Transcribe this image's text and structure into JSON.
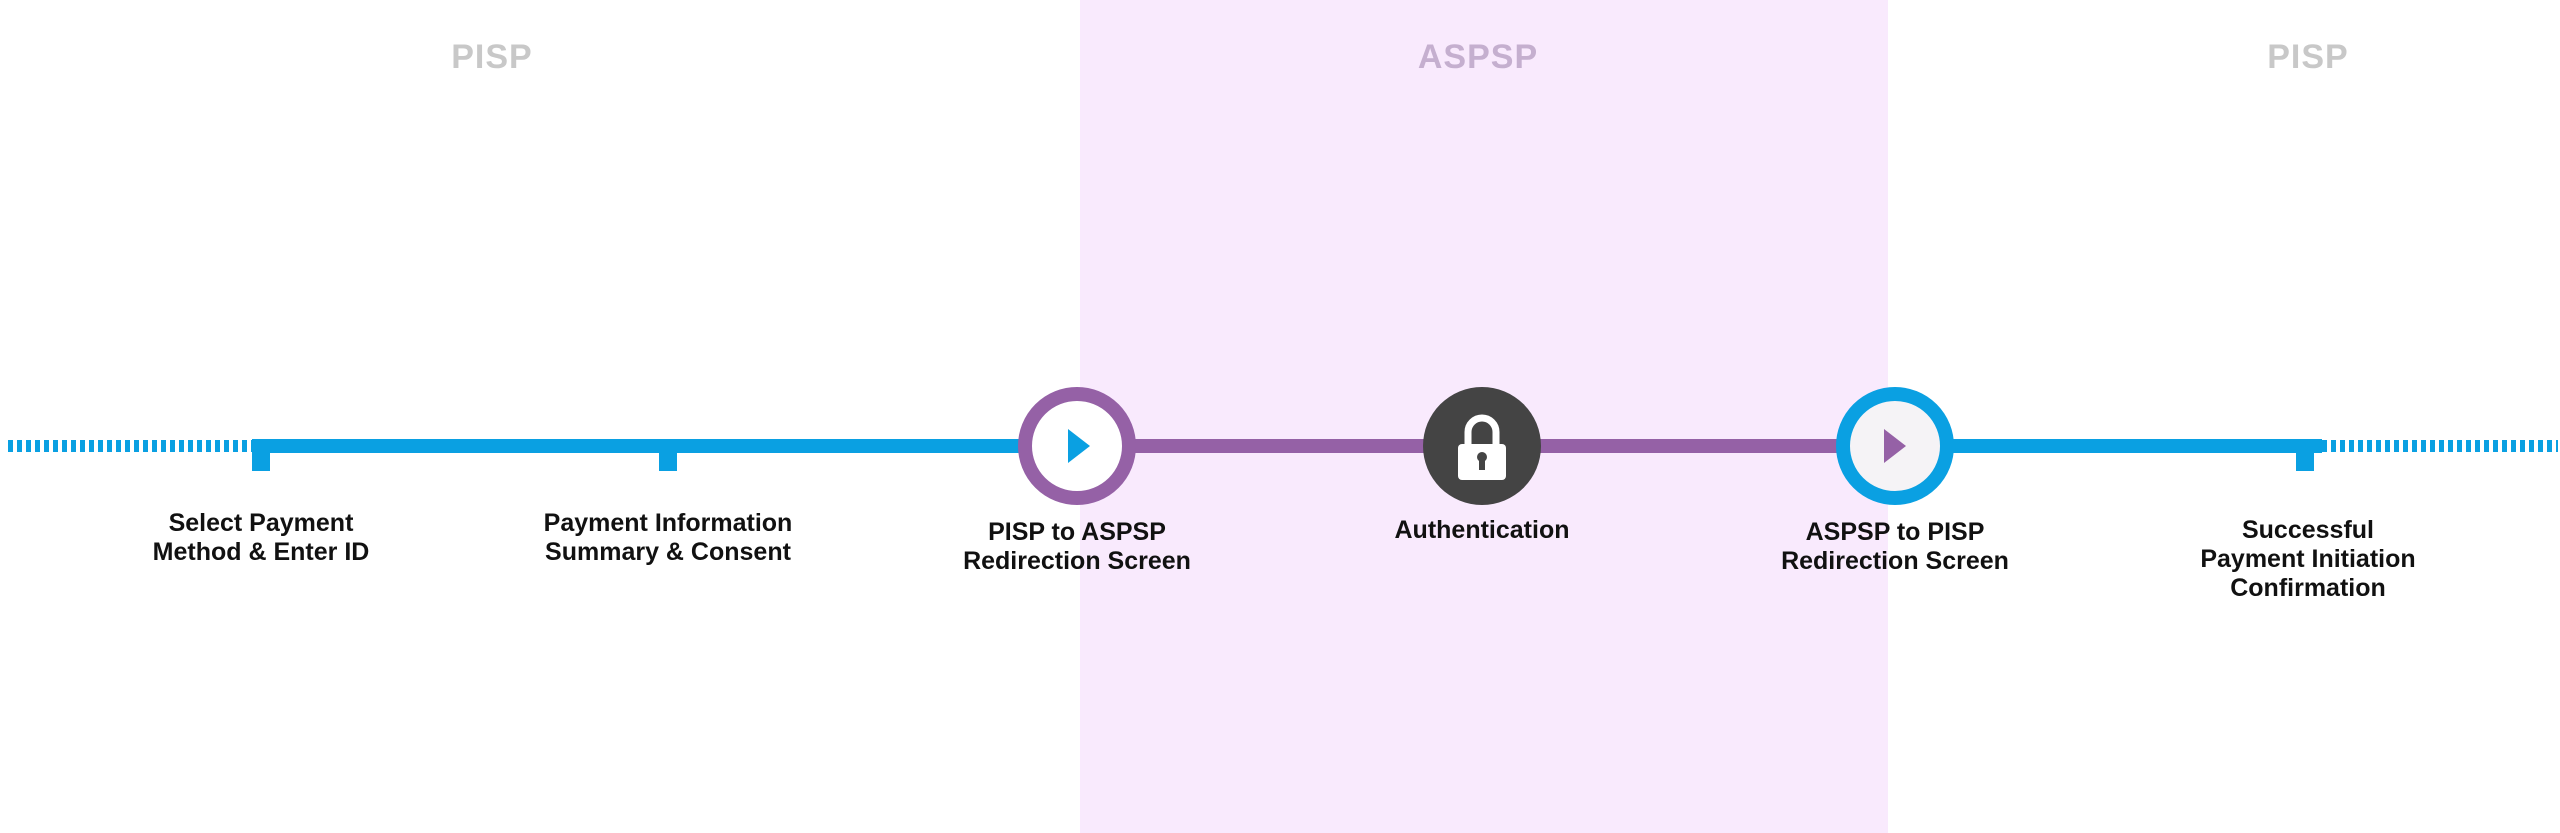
{
  "colors": {
    "pisp_blue": "#0aa0e2",
    "aspsp_purple": "#9561a6",
    "lock_dark": "#444444",
    "aspsp_background": "#f9eafd",
    "zone_label_pisp": "#c8c8c8",
    "zone_label_aspsp": "#c5afcf"
  },
  "zones": {
    "left": "PISP",
    "middle": "ASPSP",
    "right": "PISP"
  },
  "steps": [
    {
      "label": "Select Payment\nMethod & Enter ID"
    },
    {
      "label": "Payment Information\nSummary & Consent"
    },
    {
      "label": "PISP to ASPSP\nRedirection Screen"
    },
    {
      "label": "Authentication",
      "icon": "lock-icon"
    },
    {
      "label": "ASPSP to PISP\nRedirection Screen"
    },
    {
      "label": "Successful\nPayment Initiation\nConfirmation"
    }
  ]
}
